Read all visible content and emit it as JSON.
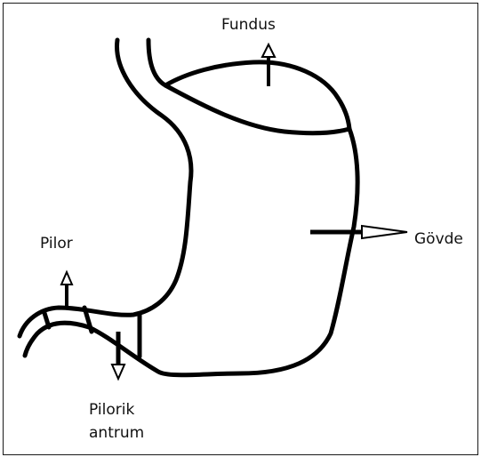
{
  "labels": {
    "fundus": "Fundus",
    "govde": "Gövde",
    "pilor": "Pilor",
    "pilorik_line1": "Pilorik",
    "pilorik_line2": "antrum"
  },
  "colors": {
    "stroke": "#000000",
    "text": "#111111",
    "background": "#ffffff"
  },
  "arrow_directions": {
    "fundus": "up",
    "govde": "right",
    "pilor": "up",
    "pilorik_antrum": "down"
  }
}
